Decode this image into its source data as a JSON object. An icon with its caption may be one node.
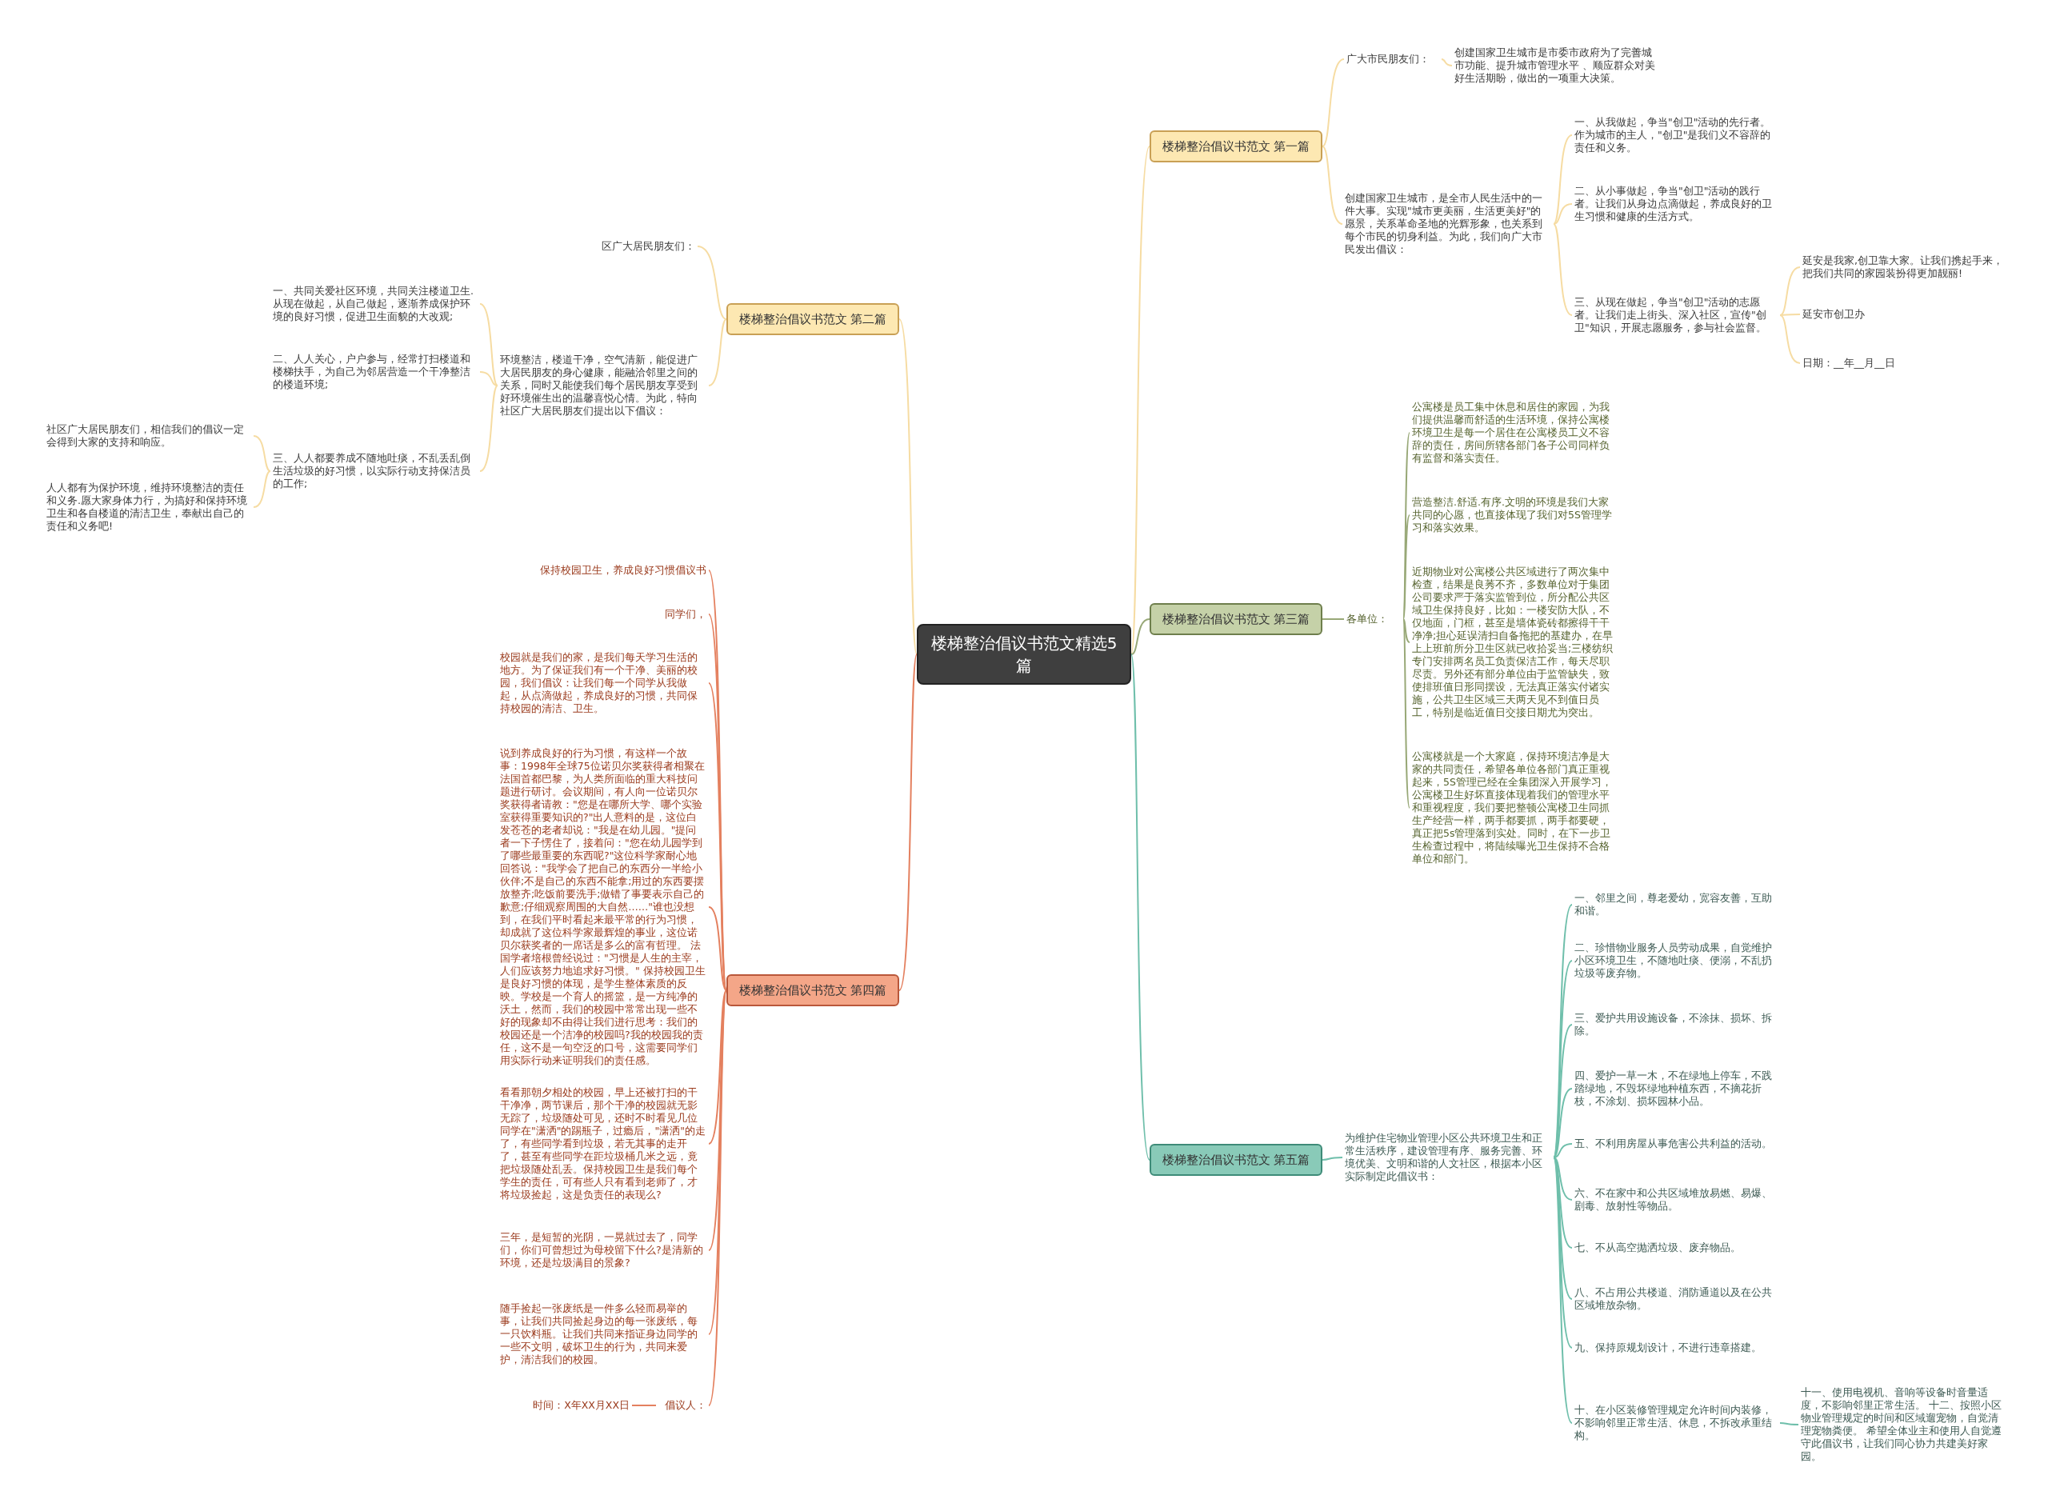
{
  "diagram": {
    "nodes": [
      {
        "text": [
          "楼梯整治倡议书范文精选5篇"
        ]
      },
      {
        "text": [
          "楼梯整治倡议书范文 第一篇"
        ]
      },
      {
        "text": [
          "广大市民朋友们："
        ]
      },
      {
        "text": [
          "创建国家卫生城市是市委市政府为了完善城市功能、提升城市管理水平 、顺应群众对美好生活期盼，做出的一项重大决策。"
        ]
      },
      {
        "text": [
          "创建国家卫生城市，是全市人民生活中的一件大事。实现\"城市更美丽，生活更美好\"的愿景，关系革命圣地的光辉形象，也关系到每个市民的切身利益。为此，我们向广大市民发出倡议："
        ]
      },
      {
        "text": [
          "一、从我做起，争当\"创卫\"活动的先行者。作为城市的主人，\"创卫\"是我们义不容辞的责任和义务。"
        ]
      },
      {
        "text": [
          "二、从小事做起，争当\"创卫\"活动的践行者。让我们从身边点滴做起，养成良好的卫生习惯和健康的生活方式。"
        ]
      },
      {
        "text": [
          "三、从现在做起，争当\"创卫\"活动的志愿者。让我们走上街头、深入社区，宣传\"创卫\"知识，开展志愿服务，参与社会监督。"
        ]
      },
      {
        "text": [
          "延安是我家,创卫靠大家。让我们携起手来，把我们共同的家园装扮得更加靓丽!"
        ]
      },
      {
        "text": [
          "延安市创卫办"
        ]
      },
      {
        "text": [
          "日期：__年__月__日"
        ]
      },
      {
        "text": [
          "楼梯整治倡议书范文 第二篇"
        ]
      },
      {
        "text": [
          "区广大居民朋友们："
        ]
      },
      {
        "text": [
          "环境整洁，楼道干净，空气清新，能促进广大居民朋友的身心健康，能融洽邻里之间的关系，同时又能使我们每个居民朋友享受到好环境催生出的温馨喜悦心情。为此，特向社区广大居民朋友们提出以下倡议："
        ]
      },
      {
        "text": [
          "一、共同关爱社区环境，共同关注楼道卫生.从现在做起，从自己做起，逐渐养成保护环境的良好习惯，促进卫生面貌的大改观;"
        ]
      },
      {
        "text": [
          "二、人人关心，户户参与，经常打扫楼道和楼梯扶手，为自己为邻居营造一个干净整洁的楼道环境;"
        ]
      },
      {
        "text": [
          "三、人人都要养成不随地吐痰，不乱丢乱倒生活垃圾的好习惯，以实际行动支持保洁员的工作;"
        ]
      },
      {
        "text": [
          "社区广大居民朋友们，相信我们的倡议一定会得到大家的支持和响应。"
        ]
      },
      {
        "text": [
          "人人都有为保护环境，维持环境整洁的责任和义务.愿大家身体力行，为搞好和保持环境卫生和各自楼道的清洁卫生，奉献出自己的责任和义务吧!"
        ]
      },
      {
        "text": [
          "楼梯整治倡议书范文 第三篇"
        ]
      },
      {
        "text": [
          "各单位："
        ]
      },
      {
        "text": [
          "公寓楼是员工集中休息和居住的家园，为我们提供温馨而舒适的生活环境，保持公寓楼环境卫生是每一个居住在公寓楼员工义不容辞的责任，房间所辖各部门各子公司同样负有监督和落实责任。"
        ]
      },
      {
        "text": [
          "营造整洁.舒适.有序.文明的环境是我们大家共同的心愿，也直接体现了我们对5S管理学习和落实效果。"
        ]
      },
      {
        "text": [
          "近期物业对公寓楼公共区域进行了两次集中检查，结果是良莠不齐，多数单位对于集团公司要求严于落实监管到位，所分配公共区域卫生保持良好，比如：一楼安防大队，不仅地面，门框，甚至是墙体瓷砖都擦得干干净净;担心延误清扫自备拖把的基建办，在早上上班前所分卫生区就已收拾妥当;三楼纺织专门安排两名员工负责保洁工作，每天尽职尽责。另外还有部分单位由于监管缺失，致使排班值日形同摆设，无法真正落实付诸实施，公共卫生区域三天两天见不到值日员工，特别是临近值日交接日期尤为突出。"
        ]
      },
      {
        "text": [
          "公寓楼就是一个大家庭，保持环境洁净是大家的共同责任，希望各单位各部门真正重视起来，5S管理已经在全集团深入开展学习，公寓楼卫生好坏直接体现着我们的管理水平和重视程度，我们要把整顿公寓楼卫生同抓生产经营一样，两手都要抓，两手都要硬，真正把5s管理落到实处。同时，在下一步卫生检查过程中，将陆续曝光卫生保持不合格单位和部门。"
        ]
      },
      {
        "text": [
          "楼梯整治倡议书范文 第四篇"
        ]
      },
      {
        "text": [
          "保持校园卫生，养成良好习惯倡议书"
        ]
      },
      {
        "text": [
          "同学们，"
        ]
      },
      {
        "text": [
          "校园就是我们的家，是我们每天学习生活的地方。为了保证我们有一个干净、美丽的校园，我们倡议：让我们每一个同学从我做起，从点滴做起，养成良好的习惯，共同保持校园的清洁、卫生。"
        ]
      },
      {
        "text": [
          "说到养成良好的行为习惯，有这样一个故事：1998年全球75位诺贝尔奖获得者相聚在法国首都巴黎，为人类所面临的重大科技问题进行研讨。会议期间，有人向一位诺贝尔奖获得者请教：\"您是在哪所大学、哪个实验室获得重要知识的?\"出人意料的是，这位白发苍苍的老者却说：\"我是在幼儿园。\"提问者一下子愣住了，接着问：\"您在幼儿园学到了哪些最重要的东西呢?\"这位科学家耐心地回答说：\"我学会了把自己的东西分一半给小伙伴;不是自己的东西不能拿;用过的东西要摆放整齐;吃饭前要洗手;做错了事要表示自己的歉意;仔细观察周围的大自然……\"谁也没想到，在我们平时看起来最平常的行为习惯，却成就了这位科学家最辉煌的事业，这位诺贝尔获奖者的一席话是多么的富有哲理。 法国学者培根曾经说过：\"习惯是人生的主宰，人们应该努力地追求好习惯。\" 保持校园卫生是良好习惯的体现，是学生整体素质的反映。学校是一个育人的摇篮，是一方纯净的沃土，然而，我们的校园中常常出现一些不好的现象却不由得让我们进行思考：我们的校园还是一个洁净的校园吗?我的校园我的责任，这不是一句空泛的口号，这需要同学们用实际行动来证明我们的责任感。"
        ]
      },
      {
        "text": [
          "看看那朝夕相处的校园，早上还被打扫的干干净净，两节课后，那个干净的校园就无影无踪了，垃圾随处可见，还时不时看见几位同学在\"潇洒\"的踢瓶子，过瘾后，\"潇洒\"的走了，有些同学看到垃圾，若无其事的走开了，甚至有些同学在距垃圾桶几米之远，竟把垃圾随处乱丢。保持校园卫生是我们每个学生的责任，可有些人只有看到老师了，才将垃圾捡起，这是负责任的表现么?"
        ]
      },
      {
        "text": [
          "三年，是短暂的光阴，一晃就过去了，同学们，你们可曾想过为母校留下什么?是清新的环境，还是垃圾满目的景象?"
        ]
      },
      {
        "text": [
          "随手捡起一张废纸是一件多么轻而易举的事，让我们共同捡起身边的每一张废纸，每一只饮料瓶。让我们共同来指证身边同学的一些不文明，破坏卫生的行为，共同来爱护，清洁我们的校园。"
        ]
      },
      {
        "text": [
          "倡议人："
        ]
      },
      {
        "text": [
          "时间：X年XX月XX日"
        ]
      },
      {
        "text": [
          "楼梯整治倡议书范文 第五篇"
        ]
      },
      {
        "text": [
          "为维护住宅物业管理小区公共环境卫生和正常生活秩序，建设管理有序、服务完善、环境优美、文明和谐的人文社区，根据本小区实际制定此倡议书："
        ]
      },
      {
        "text": [
          "一、邻里之间，尊老爱幼，宽容友善，互助和谐。"
        ]
      },
      {
        "text": [
          "二、珍惜物业服务人员劳动成果，自觉维护小区环境卫生，不随地吐痰、便溺，不乱扔垃圾等废弃物。"
        ]
      },
      {
        "text": [
          "三、爱护共用设施设备，不涂抹、损坏、拆除。"
        ]
      },
      {
        "text": [
          "四、爱护一草一木，不在绿地上停车，不践踏绿地，不毁坏绿地种植东西，不摘花折枝，不涂划、损坏园林小品。"
        ]
      },
      {
        "text": [
          "五、不利用房屋从事危害公共利益的活动。"
        ]
      },
      {
        "text": [
          "六、不在家中和公共区域堆放易燃、易爆、剧毒、放射性等物品。"
        ]
      },
      {
        "text": [
          "七、不从高空抛洒垃圾、废弃物品。"
        ]
      },
      {
        "text": [
          "八、不占用公共楼道、消防通道以及在公共区域堆放杂物。"
        ]
      },
      {
        "text": [
          "九、保持原规划设计，不进行违章搭建。"
        ]
      },
      {
        "text": [
          "十、在小区装修管理规定允许时间内装修，不影响邻里正常生活、休息，不拆改承重结构。"
        ]
      },
      {
        "text": [
          "十一、使用电视机、音响等设备时音量适度，不影响邻里正常生活。 十二、按照小区物业管理规定的时间和区域遛宠物，自觉清理宠物粪便。 希望全体业主和使用人自觉遵守此倡议书，让我们同心协力共建美好家园。"
        ]
      }
    ],
    "edges": [
      {
        "from": 0,
        "to": 1,
        "arrow": "none",
        "color": "#f6dca3"
      },
      {
        "from": 1,
        "to": 2,
        "arrow": "none",
        "color": "#f6dca3"
      },
      {
        "from": 2,
        "to": 3,
        "arrow": "none",
        "color": "#f6dca3"
      },
      {
        "from": 1,
        "to": 4,
        "arrow": "none",
        "color": "#f6dca3"
      },
      {
        "from": 4,
        "to": 5,
        "arrow": "none",
        "color": "#f6dca3"
      },
      {
        "from": 4,
        "to": 6,
        "arrow": "none",
        "color": "#f6dca3"
      },
      {
        "from": 4,
        "to": 7,
        "arrow": "none",
        "color": "#f6dca3"
      },
      {
        "from": 7,
        "to": 8,
        "arrow": "none",
        "color": "#f6dca3"
      },
      {
        "from": 7,
        "to": 9,
        "arrow": "none",
        "color": "#f6dca3"
      },
      {
        "from": 7,
        "to": 10,
        "arrow": "none",
        "color": "#f6dca3"
      },
      {
        "from": 0,
        "to": 11,
        "arrow": "none",
        "color": "#f6dca3"
      },
      {
        "from": 11,
        "to": 12,
        "arrow": "none",
        "color": "#f6dca3"
      },
      {
        "from": 11,
        "to": 13,
        "arrow": "none",
        "color": "#f6dca3"
      },
      {
        "from": 13,
        "to": 14,
        "arrow": "none",
        "color": "#f6dca3"
      },
      {
        "from": 13,
        "to": 15,
        "arrow": "none",
        "color": "#f6dca3"
      },
      {
        "from": 13,
        "to": 16,
        "arrow": "none",
        "color": "#f6dca3"
      },
      {
        "from": 16,
        "to": 17,
        "arrow": "none",
        "color": "#f6dca3"
      },
      {
        "from": 16,
        "to": 18,
        "arrow": "none",
        "color": "#f6dca3"
      },
      {
        "from": 0,
        "to": 19,
        "arrow": "none",
        "color": "#98a877"
      },
      {
        "from": 19,
        "to": 20,
        "arrow": "none",
        "color": "#98a877"
      },
      {
        "from": 20,
        "to": 21,
        "arrow": "none",
        "color": "#98a877"
      },
      {
        "from": 20,
        "to": 22,
        "arrow": "none",
        "color": "#98a877"
      },
      {
        "from": 20,
        "to": 23,
        "arrow": "none",
        "color": "#98a877"
      },
      {
        "from": 20,
        "to": 24,
        "arrow": "none",
        "color": "#98a877"
      },
      {
        "from": 0,
        "to": 25,
        "arrow": "none",
        "color": "#e4805f"
      },
      {
        "from": 25,
        "to": 26,
        "arrow": "none",
        "color": "#e4805f"
      },
      {
        "from": 25,
        "to": 27,
        "arrow": "none",
        "color": "#e4805f"
      },
      {
        "from": 25,
        "to": 28,
        "arrow": "none",
        "color": "#e4805f"
      },
      {
        "from": 25,
        "to": 29,
        "arrow": "none",
        "color": "#e4805f"
      },
      {
        "from": 25,
        "to": 30,
        "arrow": "none",
        "color": "#e4805f"
      },
      {
        "from": 25,
        "to": 31,
        "arrow": "none",
        "color": "#e4805f"
      },
      {
        "from": 25,
        "to": 32,
        "arrow": "none",
        "color": "#e4805f"
      },
      {
        "from": 25,
        "to": 33,
        "arrow": "none",
        "color": "#e4805f"
      },
      {
        "from": 33,
        "to": 34,
        "arrow": "none",
        "color": "#e4805f"
      },
      {
        "from": 0,
        "to": 35,
        "arrow": "none",
        "color": "#6fbfab"
      },
      {
        "from": 35,
        "to": 36,
        "arrow": "none",
        "color": "#6fbfab"
      },
      {
        "from": 36,
        "to": 37,
        "arrow": "none",
        "color": "#6fbfab"
      },
      {
        "from": 36,
        "to": 38,
        "arrow": "none",
        "color": "#6fbfab"
      },
      {
        "from": 36,
        "to": 39,
        "arrow": "none",
        "color": "#6fbfab"
      },
      {
        "from": 36,
        "to": 40,
        "arrow": "none",
        "color": "#6fbfab"
      },
      {
        "from": 36,
        "to": 41,
        "arrow": "none",
        "color": "#6fbfab"
      },
      {
        "from": 36,
        "to": 42,
        "arrow": "none",
        "color": "#6fbfab"
      },
      {
        "from": 36,
        "to": 43,
        "arrow": "none",
        "color": "#6fbfab"
      },
      {
        "from": 36,
        "to": 44,
        "arrow": "none",
        "color": "#6fbfab"
      },
      {
        "from": 36,
        "to": 45,
        "arrow": "none",
        "color": "#6fbfab"
      },
      {
        "from": 36,
        "to": 46,
        "arrow": "none",
        "color": "#6fbfab"
      },
      {
        "from": 46,
        "to": 47,
        "arrow": "none",
        "color": "#6fbfab"
      }
    ]
  }
}
